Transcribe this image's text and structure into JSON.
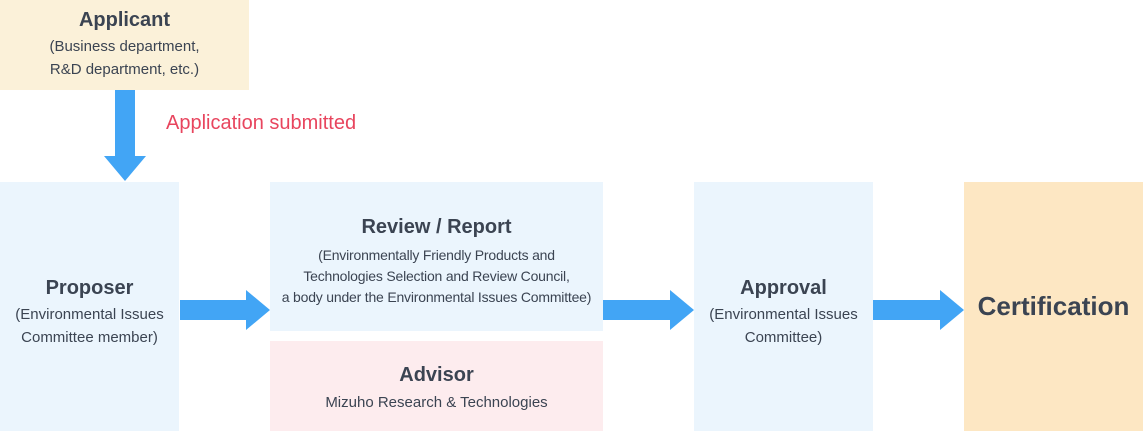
{
  "colors": {
    "arrow": "#42a5f5",
    "label_accent": "#e8455e",
    "applicant_bg": "#fbf1d9",
    "blue_box_bg": "#ebf5fd",
    "advisor_bg": "#fdecee",
    "certification_bg": "#fde7c3"
  },
  "applicant": {
    "title": "Applicant",
    "subtitle": "(Business department,\nR&D department, etc.)"
  },
  "arrow_label": "Application submitted",
  "proposer": {
    "title": "Proposer",
    "subtitle": "(Environmental Issues\nCommittee member)"
  },
  "review": {
    "title": "Review / Report",
    "subtitle": "(Environmentally Friendly Products and\nTechnologies Selection and Review Council,\na body under the Environmental Issues Committee)"
  },
  "advisor": {
    "title": "Advisor",
    "subtitle": "Mizuho Research & Technologies"
  },
  "approval": {
    "title": "Approval",
    "subtitle": "(Environmental Issues\nCommittee)"
  },
  "certification": {
    "title": "Certification"
  },
  "icons": [
    "arrow-down-icon",
    "arrow-right-icon"
  ]
}
